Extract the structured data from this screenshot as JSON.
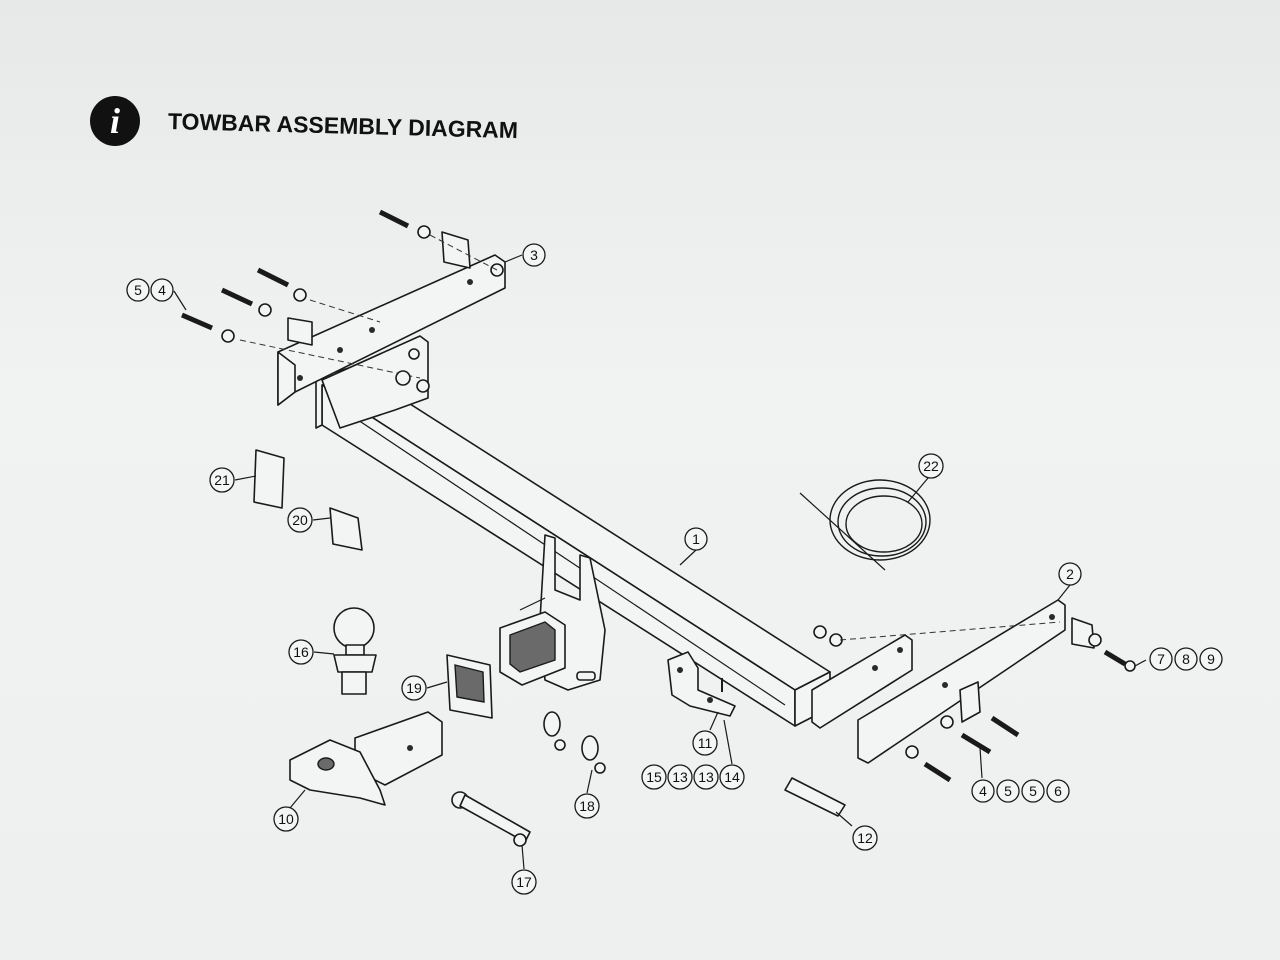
{
  "header": {
    "icon": "info-icon",
    "icon_glyph": "i",
    "title": "TOWBAR ASSEMBLY DIAGRAM"
  },
  "callouts": {
    "c5a": "5",
    "c4a": "4",
    "c3": "3",
    "c1": "1",
    "c2": "2",
    "c22": "22",
    "c21": "21",
    "c20": "20",
    "c16": "16",
    "c19": "19",
    "c10": "10",
    "c17": "17",
    "c18": "18",
    "c11": "11",
    "c15": "15",
    "c13a": "13",
    "c13b": "13",
    "c14": "14",
    "c12": "12",
    "c7": "7",
    "c8": "8",
    "c9": "9",
    "c4b": "4",
    "c5b": "5",
    "c5c": "5",
    "c6": "6"
  }
}
